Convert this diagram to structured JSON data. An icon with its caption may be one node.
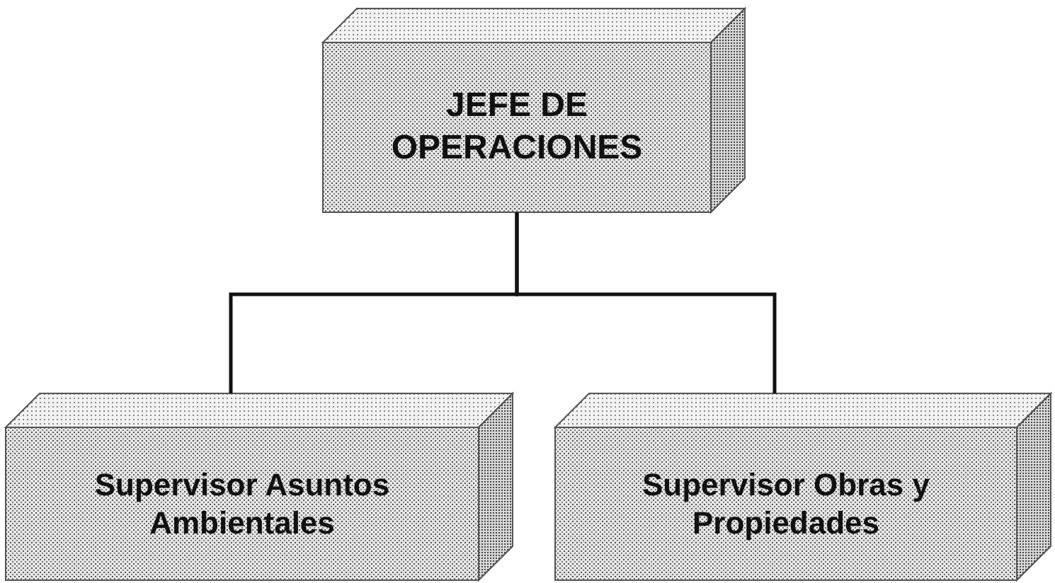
{
  "diagram": {
    "nodes": [
      {
        "text": [
          "JEFE DE OPERACIONES"
        ]
      },
      {
        "text": [
          "Supervisor Asuntos Ambientales"
        ]
      },
      {
        "text": [
          "Supervisor Obras y Propiedades"
        ]
      }
    ],
    "edges": [
      {
        "from": 0,
        "to": 1,
        "arrow": "none"
      },
      {
        "from": 0,
        "to": 2,
        "arrow": "none"
      }
    ]
  }
}
